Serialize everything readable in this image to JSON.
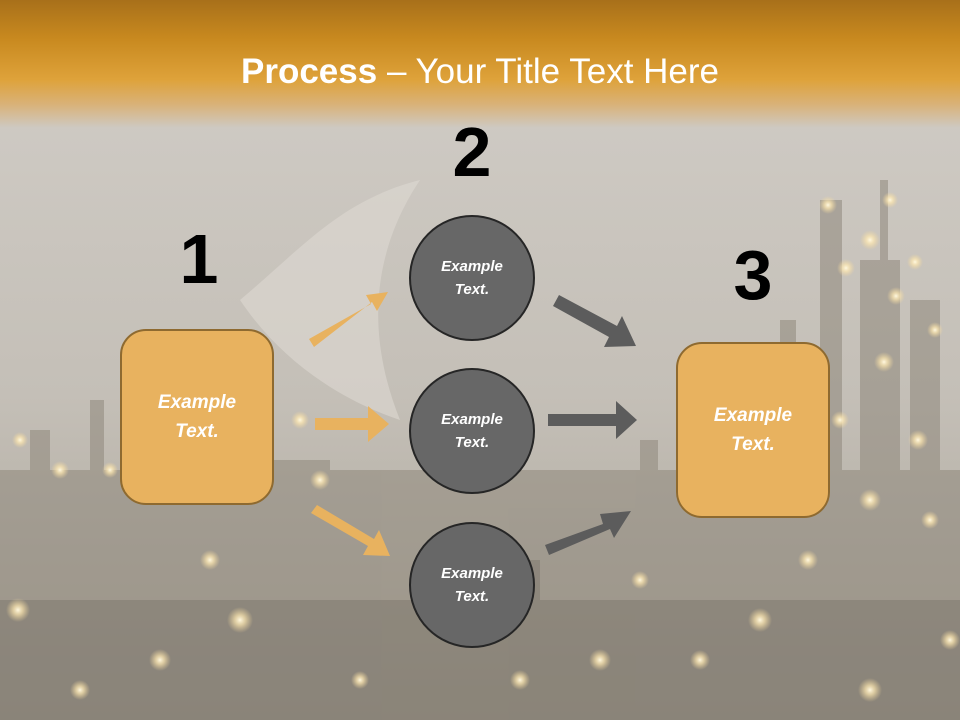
{
  "title": {
    "bold": "Process",
    "rest": " – Your Title Text Here"
  },
  "steps": {
    "one": "1",
    "two": "2",
    "three": "3"
  },
  "boxes": {
    "left": "Example\nText.",
    "right": "Example\nText."
  },
  "circles": [
    "Example\nText.",
    "Example\nText.",
    "Example\nText."
  ],
  "colors": {
    "header": "#dea23a",
    "box_fill": "#e8b25f",
    "circle_fill": "#676767",
    "orange_arrow": "#e8b25f",
    "gray_arrow": "#5c5c5c"
  }
}
